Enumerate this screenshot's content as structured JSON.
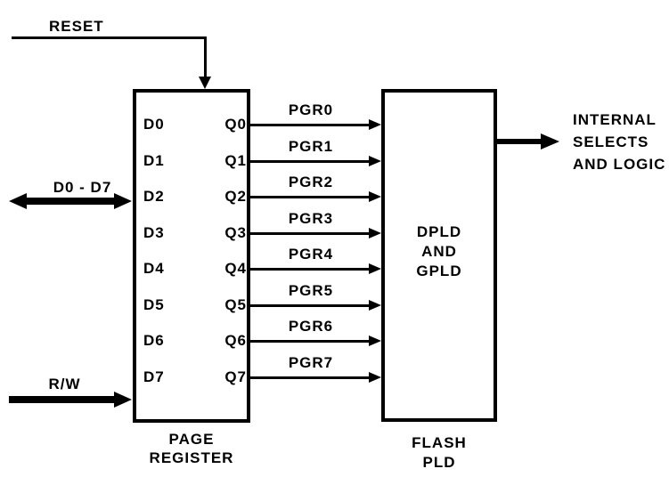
{
  "diagram": {
    "colors": {
      "line": "#000000",
      "background": "#ffffff"
    },
    "reset_label": "RESET",
    "data_bus_label": "D0 - D7",
    "read_write_label": "R/W",
    "page_register": {
      "caption_line1": "PAGE",
      "caption_line2": "REGISTER",
      "inputs": [
        "D0",
        "D1",
        "D2",
        "D3",
        "D4",
        "D5",
        "D6",
        "D7"
      ],
      "outputs": [
        "Q0",
        "Q1",
        "Q2",
        "Q3",
        "Q4",
        "Q5",
        "Q6",
        "Q7"
      ]
    },
    "flash_pld": {
      "caption_line1": "FLASH",
      "caption_line2": "PLD",
      "inner_line1": "DPLD",
      "inner_line2": "AND",
      "inner_line3": "GPLD"
    },
    "pgr_signals": [
      "PGR0",
      "PGR1",
      "PGR2",
      "PGR3",
      "PGR4",
      "PGR5",
      "PGR6",
      "PGR7"
    ],
    "output_label": {
      "line1": "INTERNAL",
      "line2": "SELECTS",
      "line3": "AND LOGIC"
    }
  }
}
